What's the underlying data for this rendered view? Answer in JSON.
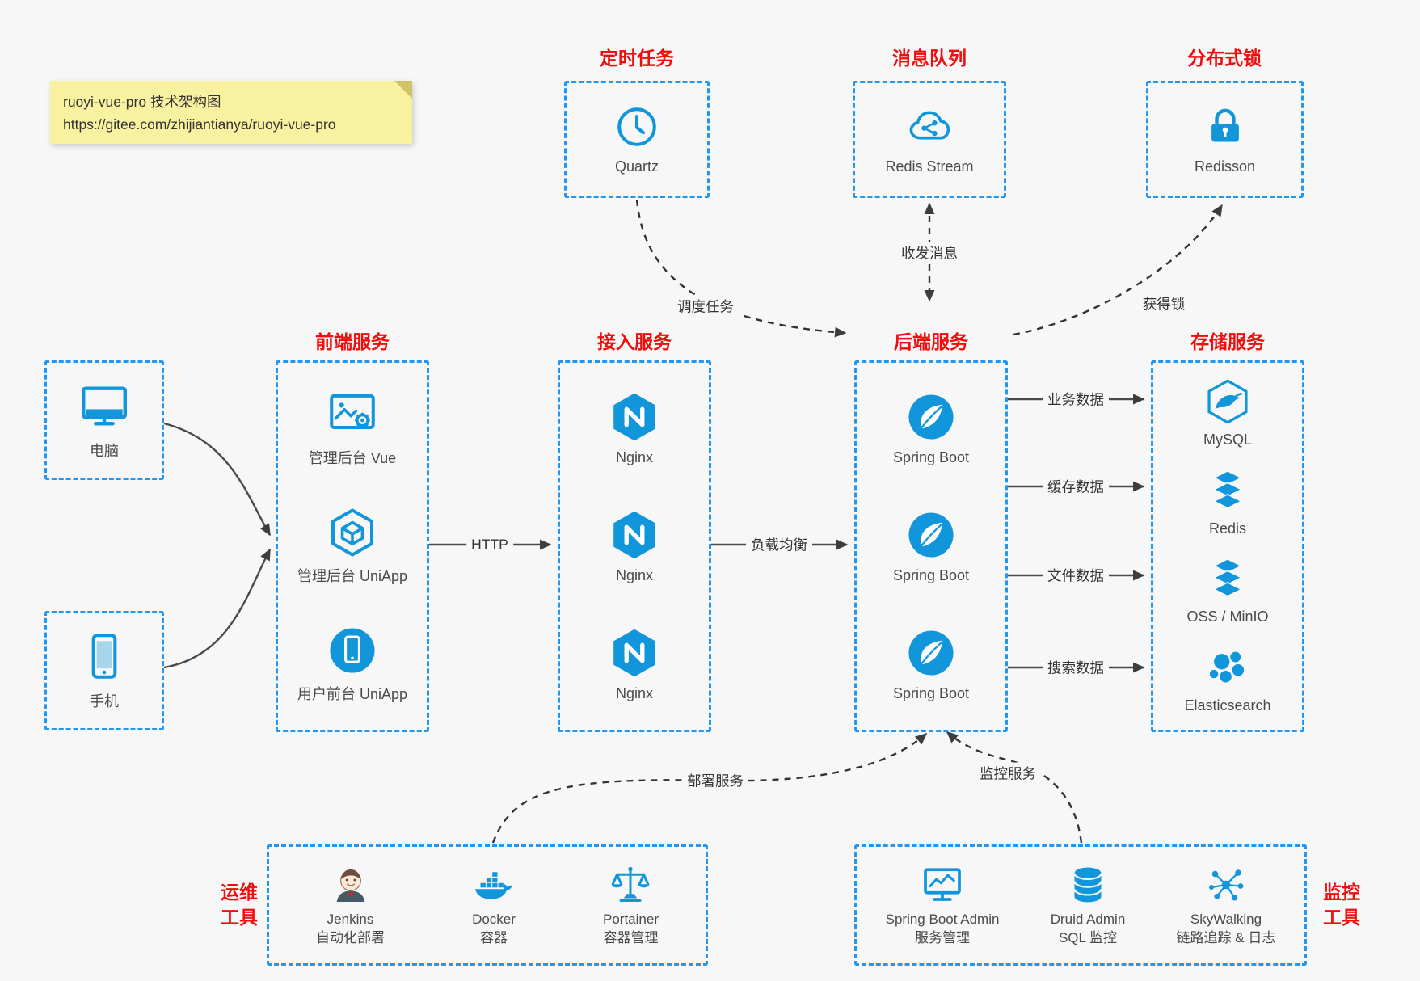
{
  "note": {
    "line1": "ruoyi-vue-pro 技术架构图",
    "line2": "https://gitee.com/zhijiantianya/ruoyi-vue-pro"
  },
  "colors": {
    "border_blue": "#2196f3",
    "icon_blue": "#1296db",
    "title_red": "#f20d0d",
    "arrow_dark": "#3d3d3d",
    "note_bg": "#f8f19f",
    "page_bg": "#f7f7f7"
  },
  "top_services": [
    {
      "title": "定时任务",
      "label": "Quartz",
      "icon": "clock-icon"
    },
    {
      "title": "消息队列",
      "label": "Redis Stream",
      "icon": "cloud-network-icon"
    },
    {
      "title": "分布式锁",
      "label": "Redisson",
      "icon": "lock-icon"
    }
  ],
  "clients": [
    {
      "label": "电脑",
      "icon": "desktop-icon"
    },
    {
      "label": "手机",
      "icon": "smartphone-icon"
    }
  ],
  "columns": [
    {
      "title": "前端服务",
      "items": [
        {
          "label": "管理后台 Vue",
          "icon": "admin-web-icon"
        },
        {
          "label": "管理后台 UniApp",
          "icon": "uniapp-cube-icon"
        },
        {
          "label": "用户前台 UniApp",
          "icon": "mobile-app-icon"
        }
      ]
    },
    {
      "title": "接入服务",
      "items": [
        {
          "label": "Nginx",
          "icon": "nginx-icon"
        },
        {
          "label": "Nginx",
          "icon": "nginx-icon"
        },
        {
          "label": "Nginx",
          "icon": "nginx-icon"
        }
      ]
    },
    {
      "title": "后端服务",
      "items": [
        {
          "label": "Spring Boot",
          "icon": "spring-boot-icon"
        },
        {
          "label": "Spring Boot",
          "icon": "spring-boot-icon"
        },
        {
          "label": "Spring Boot",
          "icon": "spring-boot-icon"
        }
      ]
    },
    {
      "title": "存储服务",
      "items": [
        {
          "label": "MySQL",
          "icon": "mysql-icon"
        },
        {
          "label": "Redis",
          "icon": "redis-stack-icon"
        },
        {
          "label": "OSS / MinIO",
          "icon": "object-storage-icon"
        },
        {
          "label": "Elasticsearch",
          "icon": "elasticsearch-icon"
        }
      ]
    }
  ],
  "ops_panel": {
    "side_label_line1": "运维",
    "side_label_line2": "工具",
    "items": [
      {
        "label": "Jenkins",
        "sublabel": "自动化部署",
        "icon": "jenkins-icon"
      },
      {
        "label": "Docker",
        "sublabel": "容器",
        "icon": "docker-icon"
      },
      {
        "label": "Portainer",
        "sublabel": "容器管理",
        "icon": "portainer-icon"
      }
    ]
  },
  "monitor_panel": {
    "side_label_line1": "监控",
    "side_label_line2": "工具",
    "items": [
      {
        "label": "Spring Boot Admin",
        "sublabel": "服务管理",
        "icon": "admin-monitor-icon"
      },
      {
        "label": "Druid Admin",
        "sublabel": "SQL 监控",
        "icon": "database-icon"
      },
      {
        "label": "SkyWalking",
        "sublabel": "链路追踪 & 日志",
        "icon": "topology-icon"
      }
    ]
  },
  "edges": {
    "schedule": "调度任务",
    "message": "收发消息",
    "lock": "获得锁",
    "http": "HTTP",
    "load_balance": "负载均衡",
    "business_data": "业务数据",
    "cache_data": "缓存数据",
    "file_data": "文件数据",
    "search_data": "搜索数据",
    "deploy": "部署服务",
    "monitor": "监控服务"
  }
}
